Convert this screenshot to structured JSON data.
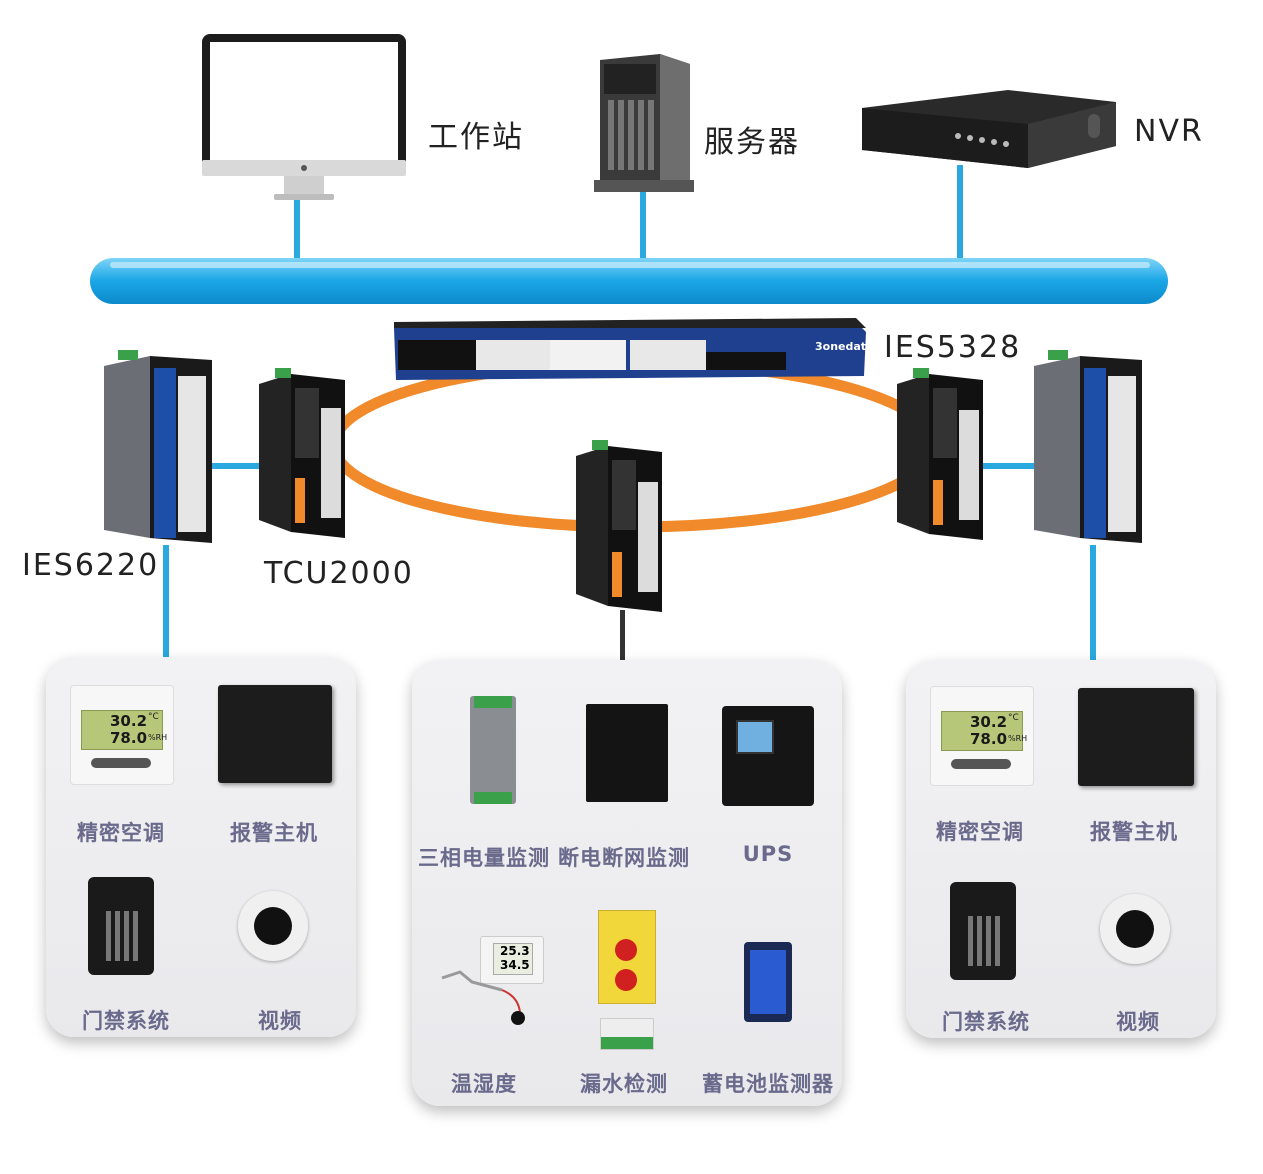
{
  "top_devices": {
    "workstation": "工作站",
    "server": "服务器",
    "nvr": "NVR"
  },
  "switches": {
    "core": "IES5328",
    "left_edge": "IES6220",
    "left_ring": "TCU2000"
  },
  "switch_brand": "3onedata",
  "thermo_display": {
    "temp": "30.2",
    "unit_temp": "°C",
    "hum": "78.0",
    "unit_hum": "%RH"
  },
  "hygro_display": {
    "line1": "25.3",
    "line2": "34.5"
  },
  "panels": {
    "left": {
      "items": [
        "精密空调",
        "报警主机",
        "门禁系统",
        "视频"
      ]
    },
    "center": {
      "items": [
        "三相电量监测",
        "断电断网监测",
        "UPS",
        "温湿度",
        "漏水检测",
        "蓄电池监测器"
      ]
    },
    "right": {
      "items": [
        "精密空调",
        "报警主机",
        "门禁系统",
        "视频"
      ]
    }
  },
  "colors": {
    "bus": "#1aa6e6",
    "ring": "#f08a2a",
    "link": "#2aa8e0",
    "label": "#6a6a8c"
  }
}
